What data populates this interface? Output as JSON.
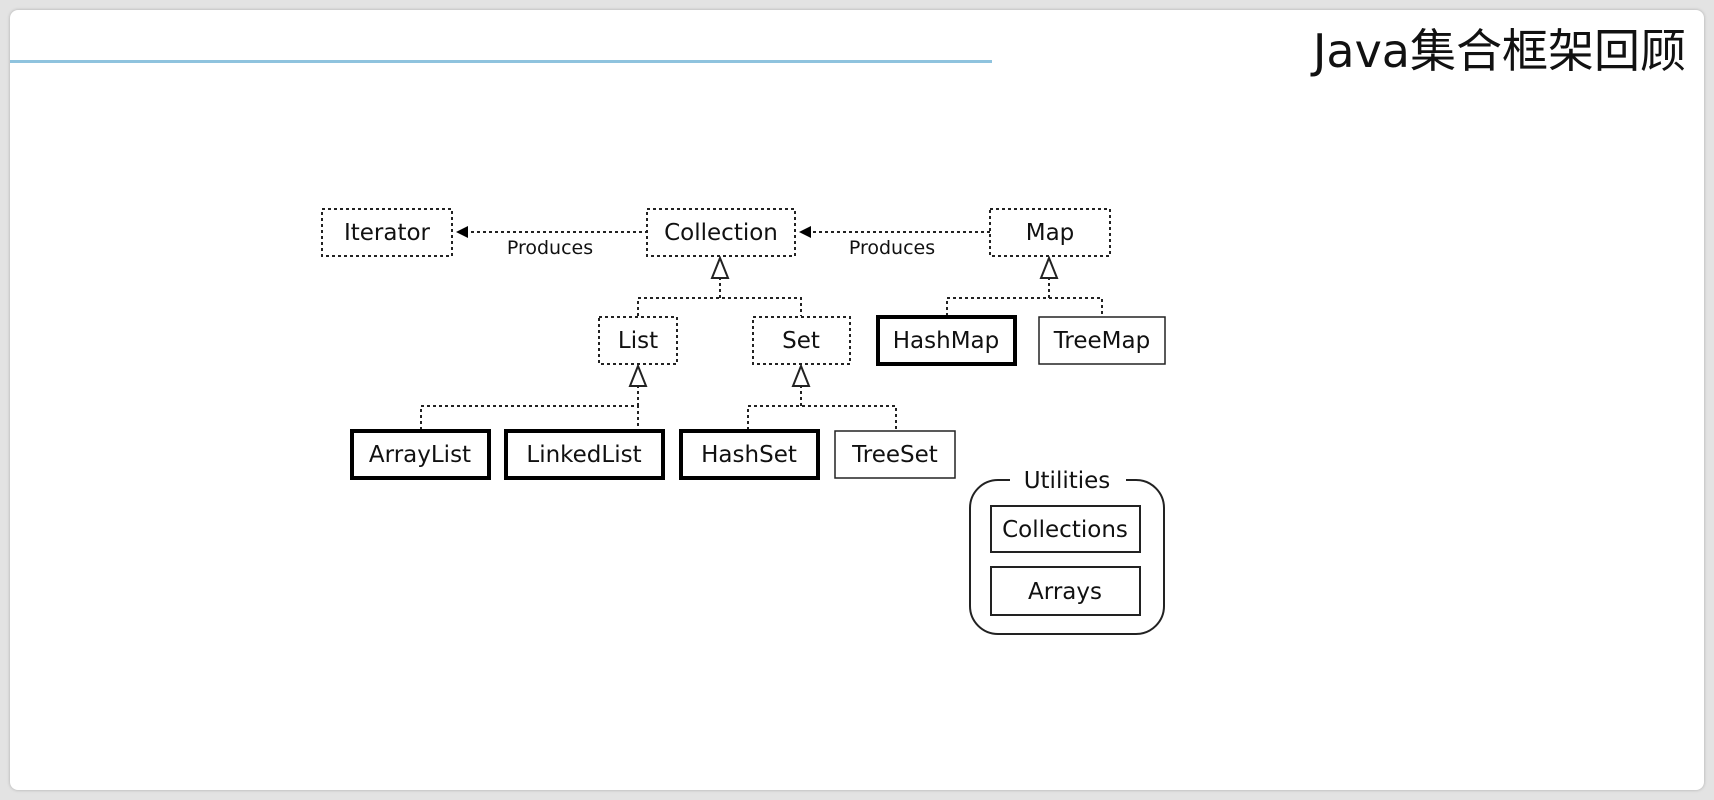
{
  "slide": {
    "title": "Java集合框架回顾"
  },
  "diagram": {
    "interfaces": {
      "iterator": "Iterator",
      "collection": "Collection",
      "map": "Map",
      "list": "List",
      "set": "Set"
    },
    "relations": {
      "collection_to_iterator": "Produces",
      "map_to_collection": "Produces"
    },
    "classes": {
      "hashmap": "HashMap",
      "treemap": "TreeMap",
      "arraylist": "ArrayList",
      "linkedlist": "LinkedList",
      "hashset": "HashSet",
      "treeset": "TreeSet"
    },
    "utilities": {
      "group_label": "Utilities",
      "collections": "Collections",
      "arrays": "Arrays"
    }
  }
}
